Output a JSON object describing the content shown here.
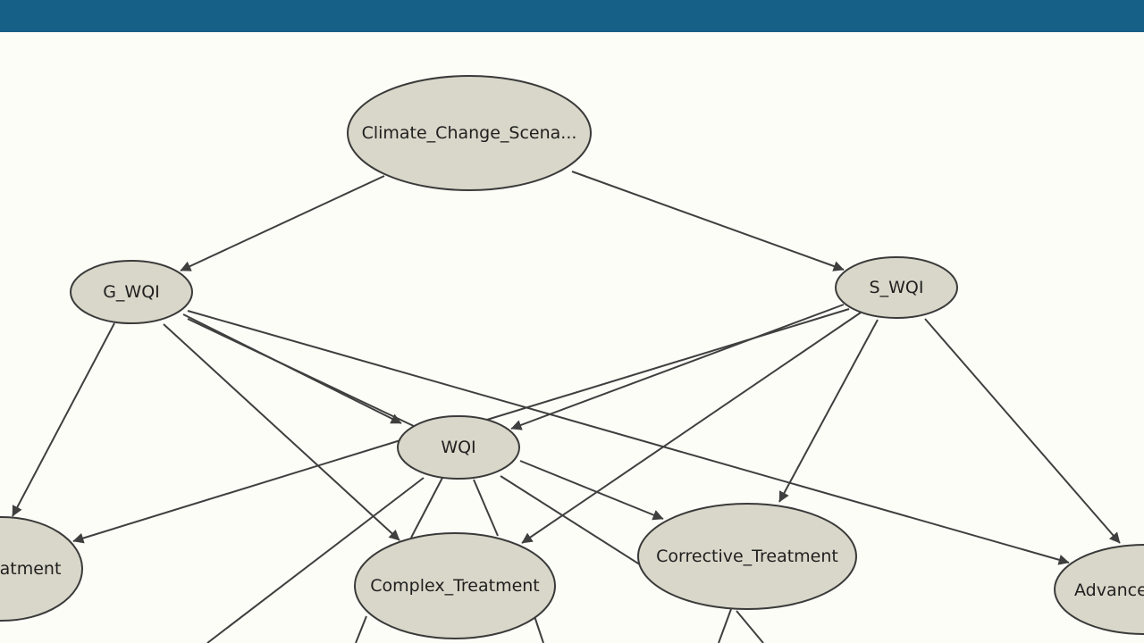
{
  "header": {
    "bar_color": "#165f87"
  },
  "diagram": {
    "node_fill": "#d9d7c9",
    "node_stroke": "#3a3a3a",
    "edge_color": "#3f3f3f",
    "nodes": {
      "climate": {
        "label": "Climate_Change_Scena..."
      },
      "g_wqi": {
        "label": "G_WQI"
      },
      "s_wqi": {
        "label": "S_WQI"
      },
      "wqi": {
        "label": "WQI"
      },
      "left_treatment": {
        "label": "atment"
      },
      "complex_treatment": {
        "label": "Complex_Treatment"
      },
      "corrective_treatment": {
        "label": "Corrective_Treatment"
      },
      "advanced_treatment": {
        "label": "Advance"
      }
    }
  }
}
